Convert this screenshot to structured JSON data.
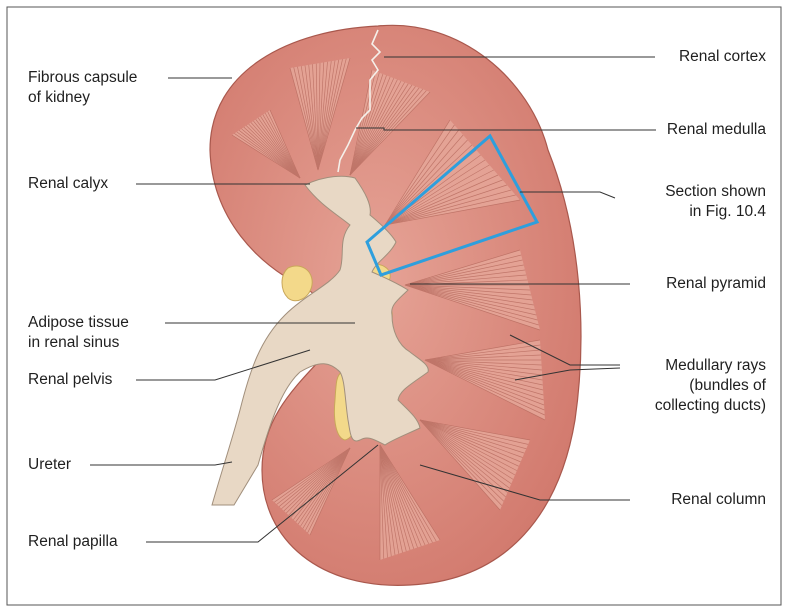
{
  "figure": {
    "colors": {
      "cortex": "#d98478",
      "medulla": "#e29a8c",
      "pelvis": "#e9d9c6",
      "fat": "#f3d98a",
      "highlight": "#2e9fdd",
      "line": "#333333"
    },
    "labels": {
      "fibrous_capsule": [
        "Fibrous capsule",
        "of kidney"
      ],
      "renal_calyx": "Renal calyx",
      "adipose": [
        "Adipose tissue",
        "in renal sinus"
      ],
      "renal_pelvis": "Renal pelvis",
      "ureter": "Ureter",
      "renal_papilla": "Renal papilla",
      "renal_cortex": "Renal cortex",
      "renal_medulla": "Renal medulla",
      "section_shown": [
        "Section shown",
        "in Fig. 10.4"
      ],
      "renal_pyramid": "Renal pyramid",
      "medullary_rays": [
        "Medullary rays",
        "(bundles of",
        "collecting ducts)"
      ],
      "renal_column": "Renal column"
    }
  }
}
